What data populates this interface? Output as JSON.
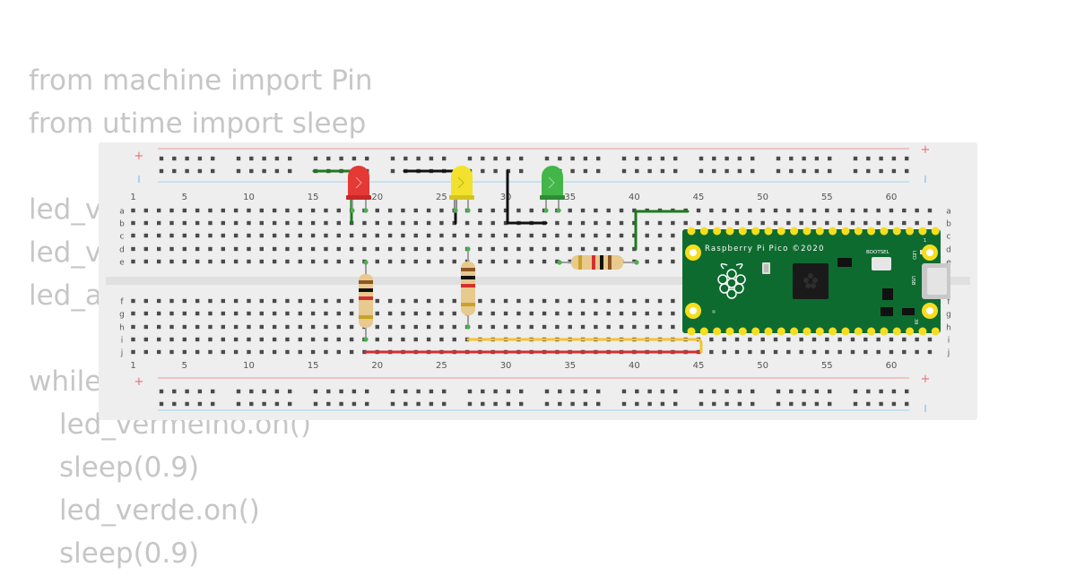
{
  "code_lines": [
    {
      "text": "from machine import Pin",
      "indent": false
    },
    {
      "text": "from utime import sleep",
      "indent": false
    },
    {
      "text": "",
      "indent": false
    },
    {
      "text": "led_v",
      "indent": false
    },
    {
      "text": "led_v",
      "indent": false
    },
    {
      "text": "led_a",
      "indent": false
    },
    {
      "text": "",
      "indent": false
    },
    {
      "text": "while",
      "indent": false
    },
    {
      "text": "led_vermelho.on()",
      "indent": true
    },
    {
      "text": "sleep(0.9)",
      "indent": true
    },
    {
      "text": "led_verde.on()",
      "indent": true
    },
    {
      "text": "sleep(0.9)",
      "indent": true
    }
  ],
  "breadboard": {
    "column_numbers": [
      "1",
      "5",
      "10",
      "15",
      "20",
      "25",
      "30",
      "35",
      "40",
      "45",
      "50",
      "55",
      "60"
    ],
    "top_row_letters": [
      "a",
      "b",
      "c",
      "d",
      "e"
    ],
    "bottom_row_letters": [
      "f",
      "g",
      "h",
      "i",
      "j"
    ],
    "rail_plus": "+",
    "rail_minus": "-"
  },
  "pico": {
    "title": "Raspberry Pi Pico ©2020",
    "bootsel": "BOOTSEL",
    "led_label": "LED",
    "usb_label": "USB",
    "pin_top": "1",
    "pin_bottom": "39"
  },
  "colors": {
    "led_red": "#e53935",
    "led_yellow": "#f2e22e",
    "led_green": "#43b649",
    "wire_red": "#d32f2f",
    "wire_yellow": "#f4c430",
    "wire_black": "#111111",
    "wire_green": "#1f7a1f",
    "pico_green": "#0e6b2f",
    "breadboard": "#eeeeee"
  }
}
